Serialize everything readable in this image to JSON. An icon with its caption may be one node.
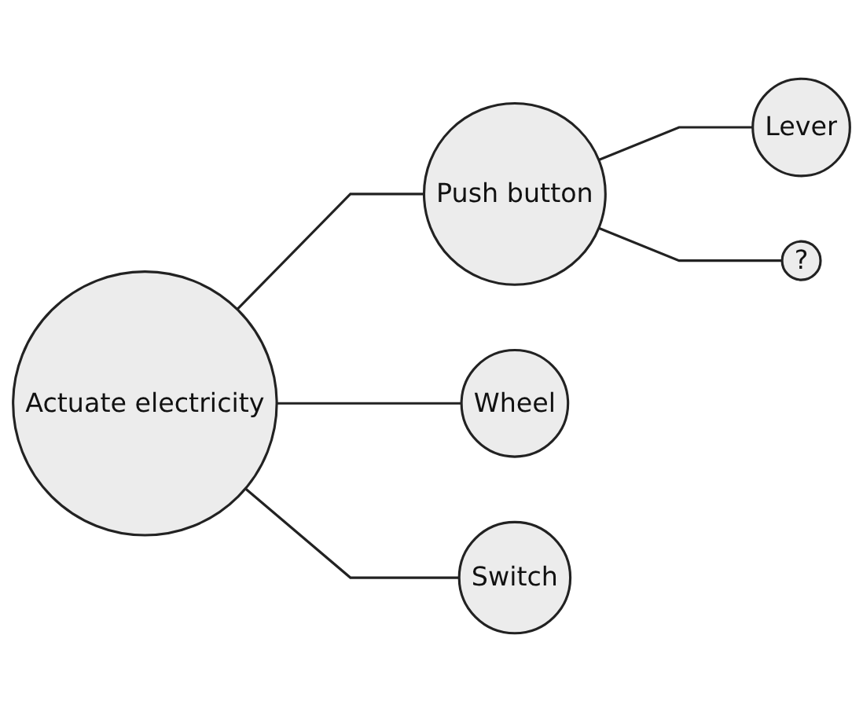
{
  "diagram": {
    "nodes": [
      {
        "text": [
          "Actuate electricity"
        ]
      },
      {
        "text": [
          "Push button"
        ]
      },
      {
        "text": [
          "Lever"
        ]
      },
      {
        "text": [
          "?"
        ]
      },
      {
        "text": [
          "Wheel"
        ]
      },
      {
        "text": [
          "Switch"
        ]
      }
    ],
    "edges": [
      {
        "from": 0,
        "to": 1,
        "arrow": "none"
      },
      {
        "from": 1,
        "to": 2,
        "arrow": "none"
      },
      {
        "from": 1,
        "to": 3,
        "arrow": "none"
      },
      {
        "from": 0,
        "to": 4,
        "arrow": "none"
      },
      {
        "from": 0,
        "to": 5,
        "arrow": "none"
      }
    ]
  }
}
